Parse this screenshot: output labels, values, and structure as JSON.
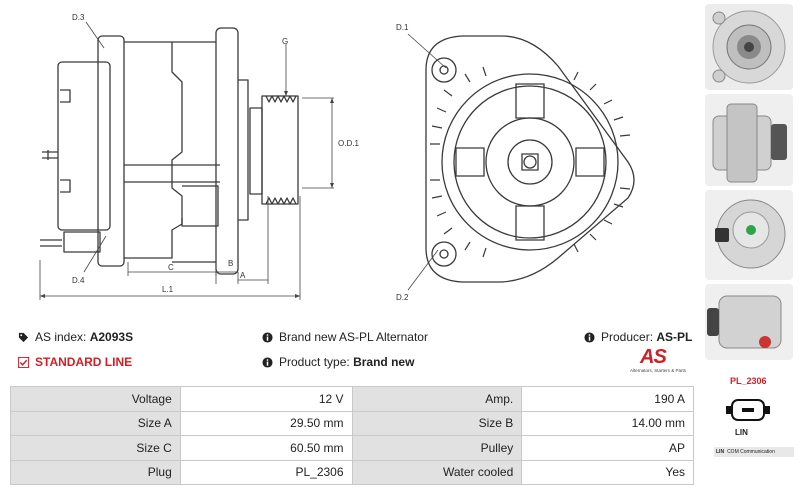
{
  "labels": {
    "d3": "D.3",
    "d4": "D.4",
    "g": "G",
    "od1": "O.D.1",
    "c": "C",
    "b": "B",
    "a": "A",
    "l1": "L.1",
    "d1": "D.1",
    "d2": "D.2"
  },
  "info": {
    "as_index_label": "AS index:",
    "as_index_value": "A2093S",
    "standard_line": "STANDARD LINE",
    "brand_text": "Brand new AS-PL Alternator",
    "product_type_label": "Product type:",
    "product_type_value": "Brand new",
    "producer_label": "Producer:",
    "producer_value": "AS-PL"
  },
  "logo": {
    "text": "AS",
    "tagline": "Alternators, Starters & Parts",
    "color": "#d21f26"
  },
  "side": {
    "plug_code": "PL_2306",
    "plug_type": "LIN",
    "legend_code": "LIN",
    "legend_text": "COM Communication"
  },
  "specs": [
    {
      "l1": "Voltage",
      "v1": "12 V",
      "l2": "Amp.",
      "v2": "190 A"
    },
    {
      "l1": "Size A",
      "v1": "29.50 mm",
      "l2": "Size B",
      "v2": "14.00 mm"
    },
    {
      "l1": "Size C",
      "v1": "60.50 mm",
      "l2": "Pulley",
      "v2": "AP"
    },
    {
      "l1": "Plug",
      "v1": "PL_2306",
      "l2": "Water cooled",
      "v2": "Yes"
    }
  ],
  "icons": {
    "tag": "tag-icon",
    "info": "info-icon",
    "check": "checkbox-icon"
  }
}
